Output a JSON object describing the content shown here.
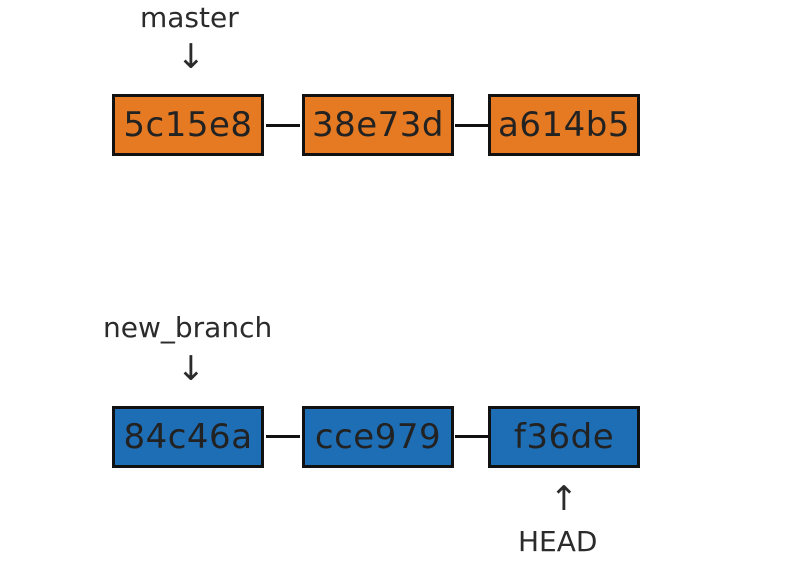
{
  "master_row": {
    "label": "master",
    "arrow": "↓",
    "color": "#e57a22",
    "commits": [
      "5c15e8",
      "38e73d",
      "a614b5"
    ]
  },
  "branch_row": {
    "label": "new_branch",
    "arrow": "↓",
    "color": "#1e6eb6",
    "commits": [
      "84c46a",
      "cce979",
      "f36de"
    ]
  },
  "head_pointer": {
    "label": "HEAD",
    "arrow": "↑"
  }
}
